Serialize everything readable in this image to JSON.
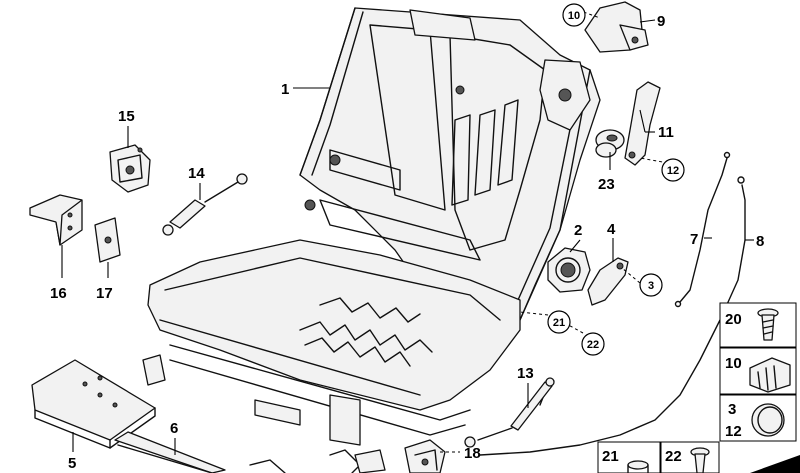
{
  "labels": {
    "l1": "1",
    "l2": "2",
    "l3": "3",
    "l4": "4",
    "l5": "5",
    "l6": "6",
    "l7": "7",
    "l8": "8",
    "l9": "9",
    "l10": "10",
    "l11": "11",
    "l12": "12",
    "l13": "13",
    "l14": "14",
    "l15": "15",
    "l16": "16",
    "l17": "17",
    "l18": "18",
    "l21": "21",
    "l22": "22",
    "l23": "23"
  },
  "callouts": {
    "c10": "10",
    "c12": "12",
    "c3": "3",
    "c21": "21",
    "c22": "22"
  },
  "legend": {
    "b20": "20",
    "b10": "10",
    "b3": "3",
    "b12": "12",
    "b21": "21",
    "b22": "22"
  }
}
